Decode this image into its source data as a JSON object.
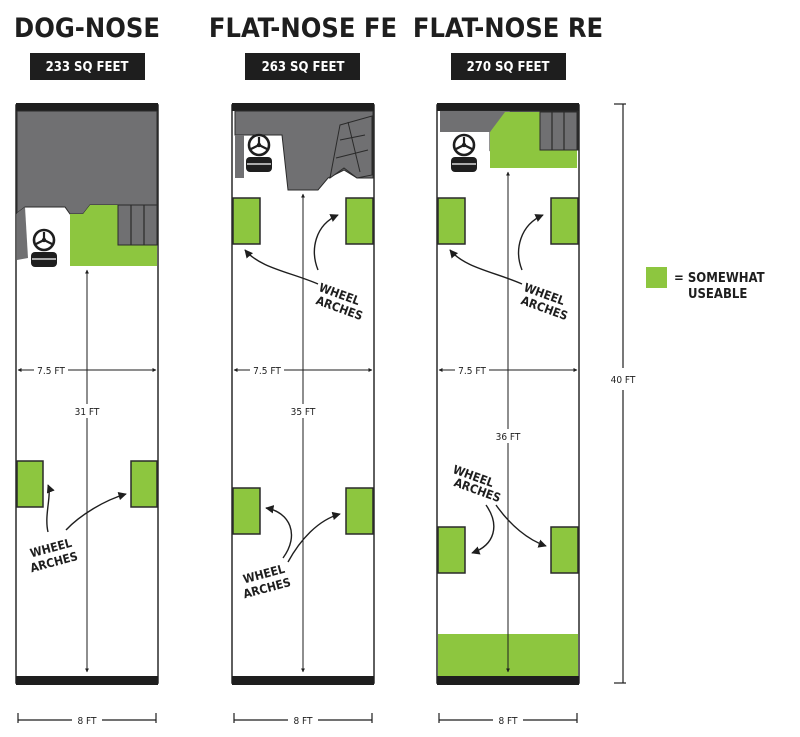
{
  "colors": {
    "green": "#8dc63f",
    "grey": "#707072",
    "black": "#1e1e1e",
    "outline": "#2a2a2a"
  },
  "buses": [
    {
      "title": "DOG-NOSE",
      "area": "233 SQ FEET",
      "width": "7.5 FT",
      "length": "31 FT",
      "outer": "8 FT",
      "wheel1": "WHEEL",
      "wheel2": "ARCHES"
    },
    {
      "title": "FLAT-NOSE FE",
      "area": "263 SQ FEET",
      "width": "7.5 FT",
      "length": "35 FT",
      "outer": "8 FT",
      "wheel1": "WHEEL",
      "wheel2": "ARCHES"
    },
    {
      "title": "FLAT-NOSE RE",
      "area": "270 SQ FEET",
      "width": "7.5 FT",
      "length": "36 FT",
      "outer": "8 FT",
      "wheel1": "WHEEL",
      "wheel2": "ARCHES"
    }
  ],
  "overall_length": "40 FT",
  "legend": {
    "line1": "= SOMEWHAT",
    "line2": "USEABLE"
  }
}
